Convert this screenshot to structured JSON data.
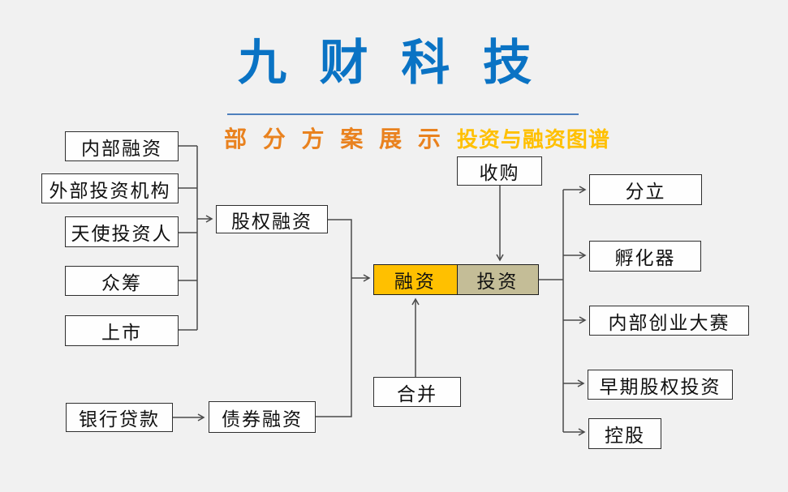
{
  "header": {
    "title": "九 财 科 技",
    "subtitle": "部 分 方 案 展 示",
    "tagline": "投资与融资图谱"
  },
  "colors": {
    "title_blue": "#0A73C4",
    "divider_blue": "#4E80BD",
    "subtitle_orange": "#E9821F",
    "tagline_gold": "#FFC000",
    "financing_fill": "#FFC000",
    "investment_fill": "#C4BD97",
    "connector_gray": "#4A4A4A",
    "background": "#F1F1F1",
    "node_border": "#2E2E2E"
  },
  "diagram": {
    "equity_sources": [
      "内部融资",
      "外部投资机构",
      "天使投资人",
      "众筹",
      "上市"
    ],
    "equity_financing": "股权融资",
    "bank_loan": "银行贷款",
    "bond_financing": "债券融资",
    "merger": "合并",
    "acquisition": "收购",
    "core": {
      "financing": "融资",
      "investment": "投资"
    },
    "investment_modes": [
      "分立",
      "孵化器",
      "内部创业大赛",
      "早期股权投资",
      "控股"
    ]
  }
}
